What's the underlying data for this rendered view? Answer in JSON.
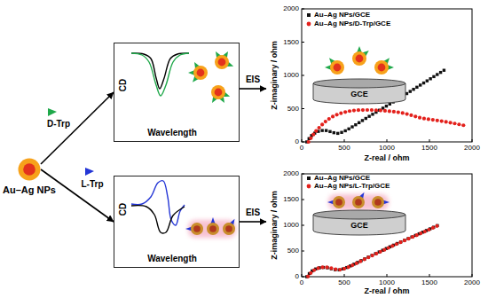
{
  "diagram": {
    "nodes": [
      {
        "text": [
          "Au–Ag NPs"
        ]
      },
      {
        "text": [
          "CD",
          "Wavelength"
        ]
      },
      {
        "text": [
          "CD",
          "Wavelength"
        ]
      },
      {
        "text": [
          "Z-imaginary / ohm",
          "Z-real / ohm"
        ]
      },
      {
        "text": [
          "GCE"
        ],
        "in": 3
      },
      {
        "text": [
          "Z-imaginary / ohm",
          "Z-real / ohm"
        ]
      },
      {
        "text": [
          "GCE"
        ],
        "in": 5
      }
    ],
    "edges": [
      {
        "from": 0,
        "to": 1,
        "label": "D-Trp",
        "arrow": "to"
      },
      {
        "from": 0,
        "to": 2,
        "label": "L-Trp",
        "arrow": "to"
      },
      {
        "from": 1,
        "to": 3,
        "label": "EIS",
        "arrow": "to"
      },
      {
        "from": 2,
        "to": 5,
        "label": "EIS",
        "arrow": "to"
      }
    ],
    "labels": [
      "2000",
      "1500",
      "1000",
      "500",
      "0",
      "0",
      "500",
      "1000",
      "1500",
      "2000",
      "2000",
      "1500",
      "1000",
      "500",
      "0",
      "0",
      "500",
      "1000",
      "1500",
      "2000"
    ],
    "legend": [
      {
        "text": "Au–Ag NPs/GCE"
      },
      {
        "text": "Au–Ag NPs/D-Trp/GCE"
      },
      {
        "text": "Au–Ag NPs/GCE"
      },
      {
        "text": "Au–Ag NPs/L-Trp/GCE"
      }
    ]
  }
}
